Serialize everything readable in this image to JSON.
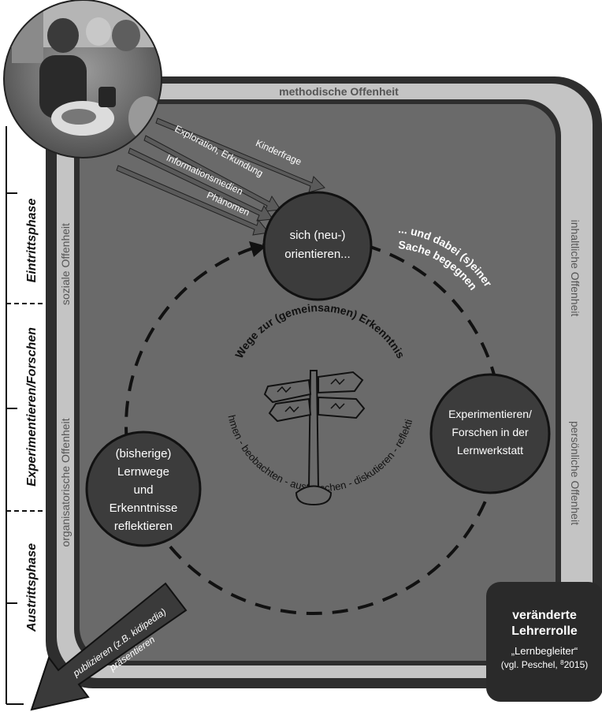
{
  "frame": {
    "top_label": "methodische Offenheit",
    "right_upper_label": "inhaltliche Offenheit",
    "right_lower_label": "persönliche Offenheit",
    "left_upper_label": "soziale Offenheit",
    "left_lower_label": "organisatorische Offenheit"
  },
  "phases": {
    "entry": "Eintrittsphase",
    "experiment": "Experimentieren/Forschen",
    "exit": "Austrittsphase"
  },
  "arrows": {
    "kinderfrage": "Kinderfrage",
    "exploration": "Exploration, Erkundung",
    "informationsmedien": "Informationsmedien",
    "phaenomen": "Phänomen"
  },
  "nodes": {
    "orient_line1": "sich (neu-)",
    "orient_line2": "orientieren...",
    "sache_line1": "... und dabei (s)einer",
    "sache_line2": "Sache begegnen",
    "experiment_line1": "Experimentieren/",
    "experiment_line2": "Forschen in der",
    "experiment_line3": "Lernwerkstatt",
    "reflect_line1": "(bisherige)",
    "reflect_line2": "Lernwege",
    "reflect_line3": "und",
    "reflect_line4": "Erkenntnisse",
    "reflect_line5": "reflektieren"
  },
  "center": {
    "title": "Wege zur (gemeinsamen) Erkenntnis",
    "activities": "wahrnehmen - beobachten - austauschen - diskutieren - reflektieren - ..."
  },
  "teacher_box": {
    "title_line1": "veränderte",
    "title_line2": "Lehrerrolle",
    "subtitle": "„Lernbegleiter“",
    "citation_pre": "(vgl. Peschel, ",
    "citation_sup": "8",
    "citation_post": "2015)"
  },
  "exit_arrow": {
    "line1": "publizieren (z.B. kidipedia)",
    "line2": "präsentieren"
  },
  "colors": {
    "outer_frame": "#2e2e2e",
    "light_band": "#c4c4c4",
    "inner_area": "#6a6a6a",
    "node_fill": "#3c3c3c",
    "arrow_fill": "#5a5a5a"
  },
  "photo": {
    "description_icon": "children-experimenting-photo"
  }
}
